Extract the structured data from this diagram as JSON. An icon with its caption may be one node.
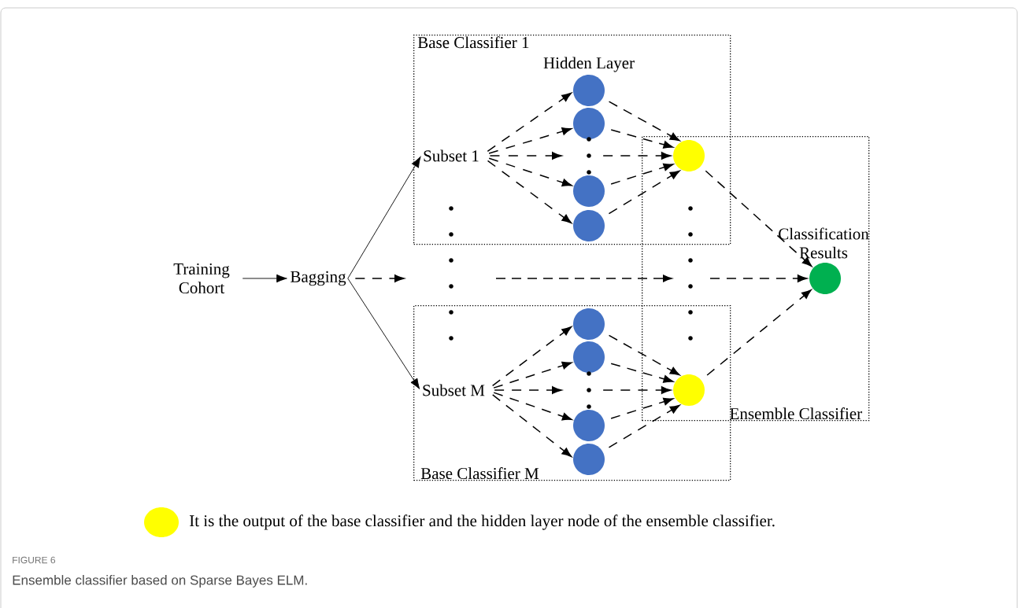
{
  "diagram": {
    "title": "FIGURE 6",
    "caption": "Ensemble classifier based on Sparse Bayes ELM.",
    "nodes": [
      {
        "text": [
          "Base Classifier 1"
        ]
      },
      {
        "text": [
          "Base Classifier M"
        ]
      },
      {
        "text": [
          "Ensemble Classifier"
        ]
      },
      {
        "text": [
          "Training Cohort"
        ]
      },
      {
        "text": [
          "Bagging"
        ]
      },
      {
        "text": [
          "Subset 1"
        ],
        "in": 0
      },
      {
        "text": [],
        "shape": "circle",
        "in": 0
      },
      {
        "text": [],
        "shape": "circle",
        "in": 0
      },
      {
        "text": [],
        "shape": "circle",
        "in": 0
      },
      {
        "text": [],
        "shape": "circle",
        "in": 0
      },
      {
        "text": [],
        "shape": "circle"
      },
      {
        "text": [
          "Subset M"
        ],
        "in": 1
      },
      {
        "text": [],
        "shape": "circle",
        "in": 1
      },
      {
        "text": [],
        "shape": "circle",
        "in": 1
      },
      {
        "text": [],
        "shape": "circle",
        "in": 1
      },
      {
        "text": [],
        "shape": "circle",
        "in": 1
      },
      {
        "text": [],
        "shape": "circle"
      },
      {
        "text": [],
        "shape": "circle",
        "in": 2,
        "beside": [
          "Classification Results"
        ]
      }
    ],
    "edges": [
      {
        "from": 3,
        "to": 4,
        "arrow": "to"
      },
      {
        "from": 4,
        "to": 5,
        "arrow": "to"
      },
      {
        "from": 4,
        "to": 11,
        "arrow": "to"
      },
      {
        "from": 4,
        "to": null,
        "arrow": "to",
        "style": "dashed"
      },
      {
        "from": 5,
        "to": 6,
        "arrow": "to",
        "style": "dashed"
      },
      {
        "from": 5,
        "to": 7,
        "arrow": "to",
        "style": "dashed"
      },
      {
        "from": 5,
        "to": 8,
        "arrow": "to",
        "style": "dashed"
      },
      {
        "from": 5,
        "to": 9,
        "arrow": "to",
        "style": "dashed"
      },
      {
        "from": 5,
        "to": null,
        "arrow": "to",
        "style": "dashed"
      },
      {
        "from": 6,
        "to": 10,
        "arrow": "to",
        "style": "dashed"
      },
      {
        "from": 7,
        "to": 10,
        "arrow": "to",
        "style": "dashed"
      },
      {
        "from": 8,
        "to": 10,
        "arrow": "to",
        "style": "dashed"
      },
      {
        "from": 9,
        "to": 10,
        "arrow": "to",
        "style": "dashed"
      },
      {
        "from": null,
        "to": 10,
        "arrow": "to",
        "style": "dashed"
      },
      {
        "from": 11,
        "to": 12,
        "arrow": "to",
        "style": "dashed"
      },
      {
        "from": 11,
        "to": 13,
        "arrow": "to",
        "style": "dashed"
      },
      {
        "from": 11,
        "to": 14,
        "arrow": "to",
        "style": "dashed"
      },
      {
        "from": 11,
        "to": 15,
        "arrow": "to",
        "style": "dashed"
      },
      {
        "from": 11,
        "to": null,
        "arrow": "to",
        "style": "dashed"
      },
      {
        "from": 12,
        "to": 16,
        "arrow": "to",
        "style": "dashed"
      },
      {
        "from": 13,
        "to": 16,
        "arrow": "to",
        "style": "dashed"
      },
      {
        "from": 14,
        "to": 16,
        "arrow": "to",
        "style": "dashed"
      },
      {
        "from": 15,
        "to": 16,
        "arrow": "to",
        "style": "dashed"
      },
      {
        "from": null,
        "to": 16,
        "arrow": "to",
        "style": "dashed"
      },
      {
        "from": 10,
        "to": 17,
        "arrow": "to",
        "style": "dashed"
      },
      {
        "from": 16,
        "to": 17,
        "arrow": "to",
        "style": "dashed"
      },
      {
        "from": null,
        "to": 17,
        "arrow": "to",
        "style": "dashed"
      }
    ],
    "labels": [
      "Hidden Layer"
    ],
    "legend": [
      {
        "text": "It is the output of the base classifier and the hidden layer node of the ensemble classifier.",
        "color": "#ffff00"
      }
    ]
  }
}
